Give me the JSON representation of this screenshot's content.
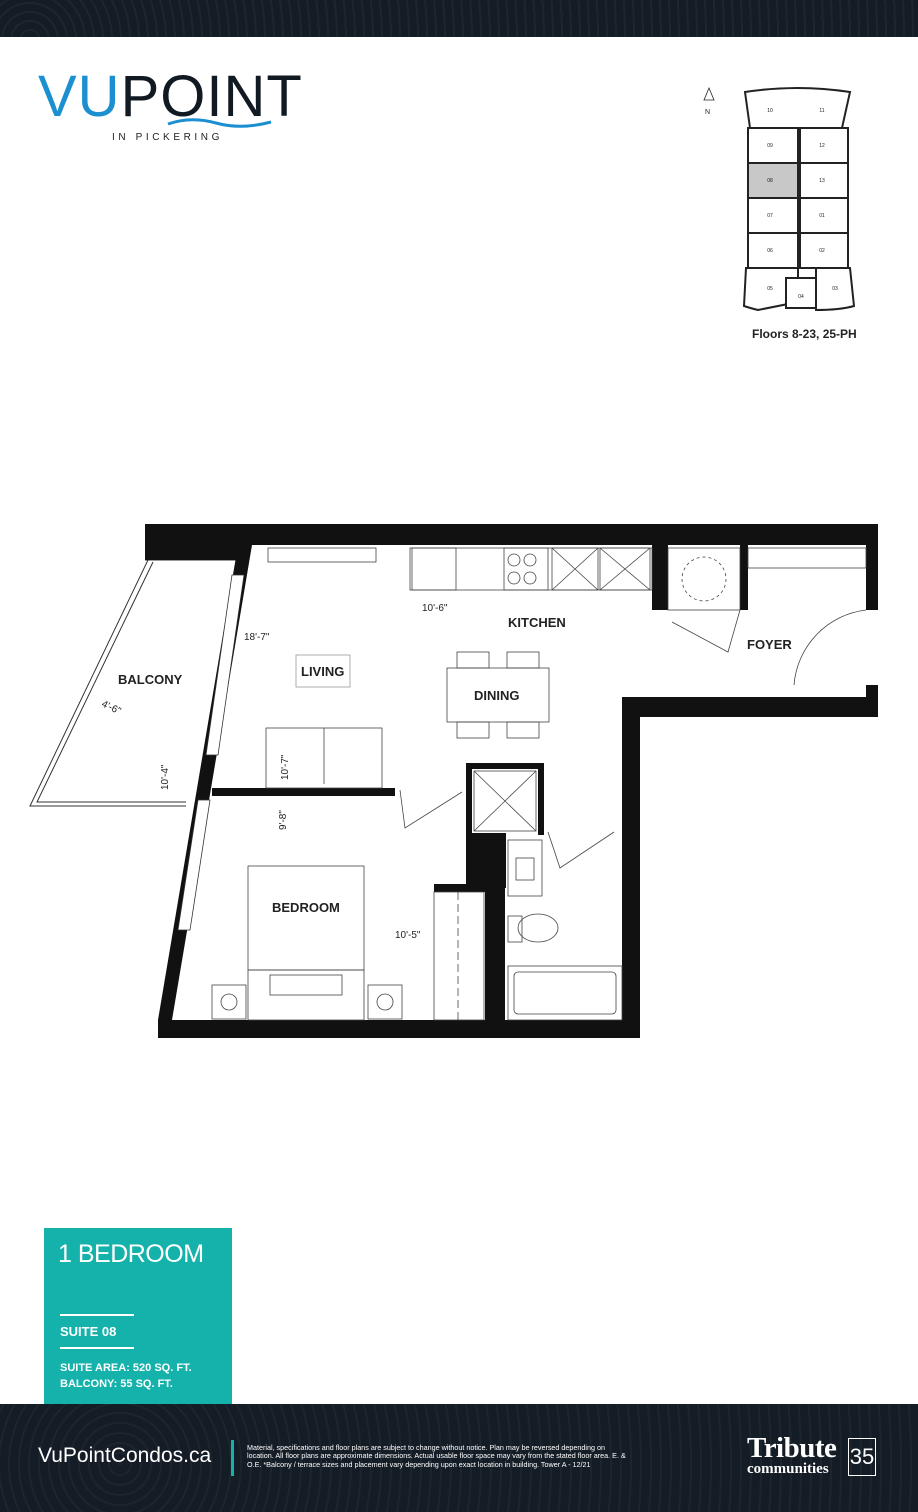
{
  "brand": {
    "logo_part1": "VU",
    "logo_part2": "POINT",
    "subtitle": "IN PICKERING",
    "logo_color": "#1b8fd0"
  },
  "keyplan": {
    "north_label": "N",
    "caption": "Floors 8-23, 25-PH",
    "units": [
      "10",
      "11",
      "09",
      "12",
      "08",
      "13",
      "07",
      "01",
      "06",
      "02",
      "05",
      "04",
      "03"
    ],
    "highlighted": "08"
  },
  "floorplan": {
    "rooms": {
      "balcony": "BALCONY",
      "living": "LIVING",
      "kitchen": "KITCHEN",
      "dining": "DINING",
      "foyer": "FOYER",
      "bedroom": "BEDROOM"
    },
    "dimensions": {
      "living_width": "18'-7\"",
      "living_depth": "10'-7\"",
      "kitchen": "10'-6\"",
      "balcony_depth": "4'-6\"",
      "balcony_length": "10'-4\"",
      "bedroom_width": "9'-8\"",
      "bedroom_length": "10'-5\""
    }
  },
  "suite": {
    "type": "1 BEDROOM",
    "suite_label": "SUITE 08",
    "area": "SUITE AREA: 520 SQ. FT.",
    "balcony": "BALCONY: 55 SQ. FT.",
    "accent": "#14b2ab"
  },
  "footer": {
    "website": "VuPointCondos.ca",
    "disclaimer": "Material, specifications and floor plans are subject to change without notice. Plan may be reversed depending on location. All floor plans are approximate dimensions. Actual usable floor space may vary from the stated floor area.  E. & O.E.  *Balcony / terrace sizes and placement vary depending upon exact location in building. Tower A - 12/21",
    "developer_line1": "Tribute",
    "developer_line2": "communities",
    "years": "35"
  }
}
